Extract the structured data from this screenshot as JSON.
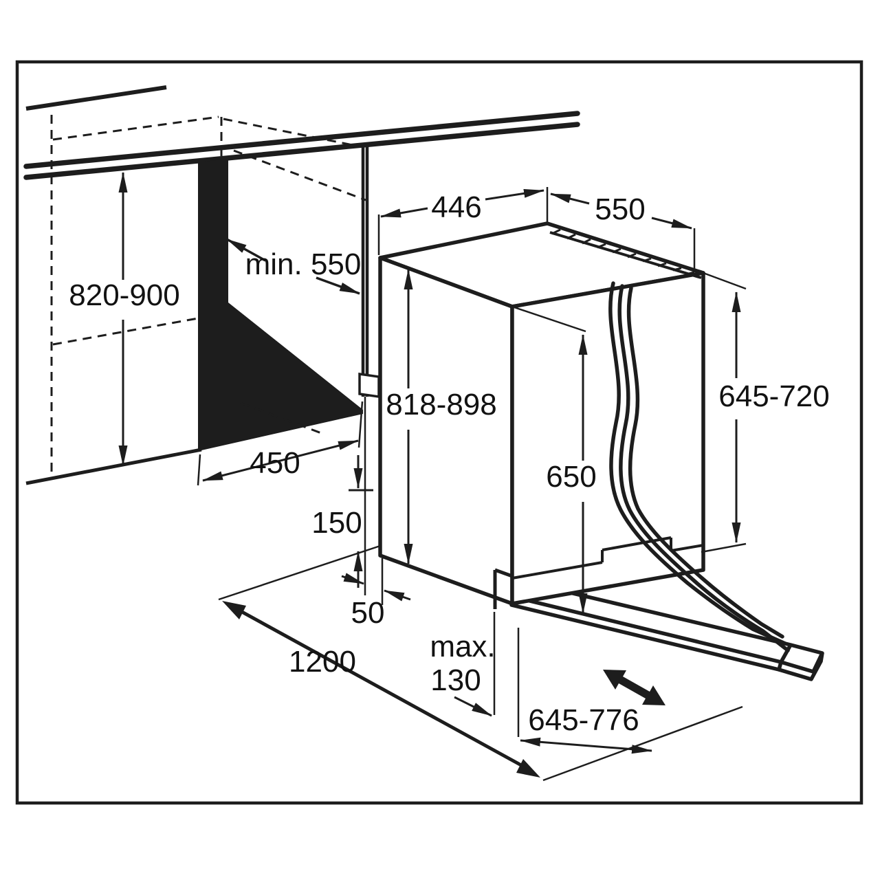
{
  "diagram": {
    "kind": "isometric-installation-diagram",
    "subject": "built-in dishwasher niche and clearance dimensions",
    "line_color": "#1d1d1d",
    "background": "#ffffff",
    "niche_fill": "#1d1d1d"
  },
  "labels": {
    "cabinet_height": "820-900",
    "niche_depth": "min. 550",
    "unit_width": "446",
    "unit_top_depth": "550",
    "unit_height": "818-898",
    "hose_rise": "650",
    "right_clearance": "645-720",
    "niche_width": "450",
    "plinth_height": "150",
    "side_gap": "50",
    "front_clearance": "1200",
    "plinth_recess_max": "max.",
    "plinth_recess_value": "130",
    "panel_extension": "645-776"
  }
}
